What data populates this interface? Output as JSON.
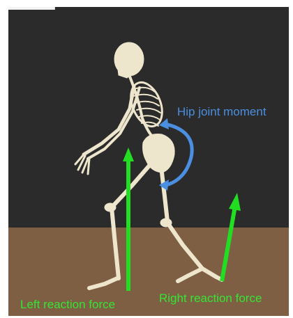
{
  "labels": {
    "hip_joint_moment": "Hip joint moment",
    "left_reaction_force": "Left reaction force",
    "right_reaction_force": "Right reaction force"
  },
  "colors": {
    "background": "#2b2b2b",
    "floor": "#7f5f44",
    "force_arrow": "#22dd22",
    "force_label": "#33e633",
    "moment_arrow": "#4a8fe0",
    "bone": "#eee5cd"
  }
}
